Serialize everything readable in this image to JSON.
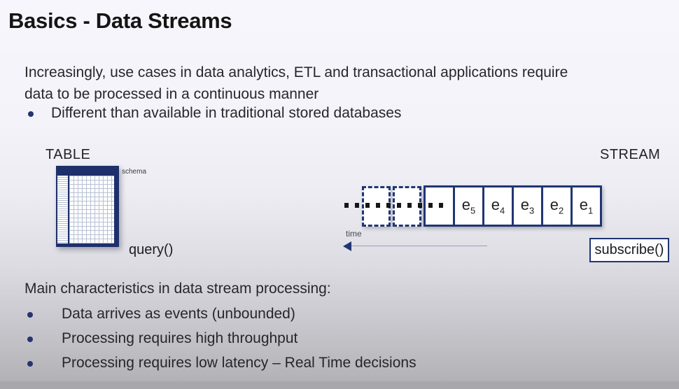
{
  "colors": {
    "navy_accent": "#203673",
    "title_text": "#151515",
    "body_text": "#26262b"
  },
  "slide": {
    "title": "Basics - Data Streams",
    "intro": {
      "line1": "Increasingly, use cases in data analytics, ETL and transactional applications require",
      "line2": "data to be processed in a continuous manner",
      "bullet": "Different than available in traditional stored databases"
    },
    "table_figure": {
      "label": "TABLE",
      "schema_label": "schema",
      "method_label": "query()"
    },
    "stream_figure": {
      "label": "STREAM",
      "time_label": "time",
      "method_label": "subscribe()",
      "events": [
        {
          "base": "e",
          "sub": "5"
        },
        {
          "base": "e",
          "sub": "4"
        },
        {
          "base": "e",
          "sub": "3"
        },
        {
          "base": "e",
          "sub": "2"
        },
        {
          "base": "e",
          "sub": "1"
        }
      ]
    },
    "main": {
      "heading": "Main characteristics in data stream processing:",
      "bullets": [
        "Data arrives as events (unbounded)",
        "Processing requires high throughput",
        "Processing requires low latency – Real Time decisions"
      ]
    }
  }
}
